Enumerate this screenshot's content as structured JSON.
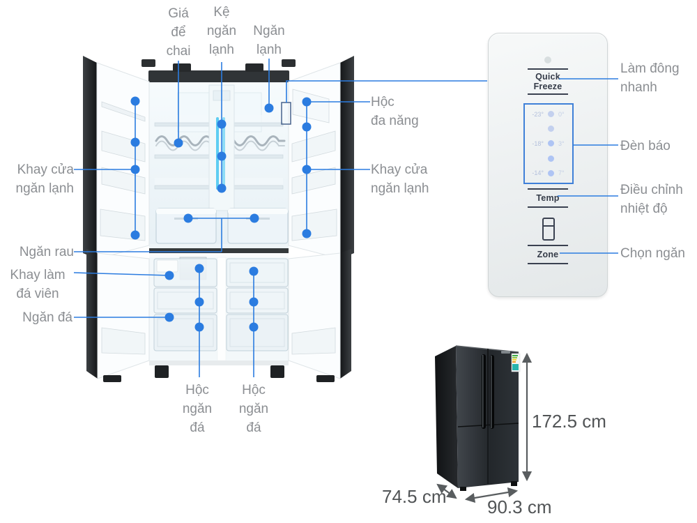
{
  "colors": {
    "accent": "#2b7ce0",
    "label_text": "#8b8e92",
    "dimension_text": "#515456"
  },
  "labels": {
    "gia_de_chai": [
      "Giá",
      "để",
      "chai"
    ],
    "ke_ngan_lanh": [
      "Kệ",
      "ngăn",
      "lạnh"
    ],
    "ngan_lanh": [
      "Ngăn",
      "lạnh"
    ],
    "hoc_da_nang": [
      "Hộc",
      "đa năng"
    ],
    "khay_cua_ngan_lanh_left": [
      "Khay cửa",
      "ngăn lạnh"
    ],
    "khay_cua_ngan_lanh_right": [
      "Khay cửa",
      "ngăn lạnh"
    ],
    "ngan_rau": "Ngăn rau",
    "khay_lam_da_vien": [
      "Khay làm",
      "đá viên"
    ],
    "ngan_da": "Ngăn đá",
    "hoc_ngan_da_left": [
      "Hộc",
      "ngăn",
      "đá"
    ],
    "hoc_ngan_da_right": [
      "Hộc",
      "ngăn",
      "đá"
    ]
  },
  "control_panel": {
    "quick_freeze_label": "Quick Freeze",
    "temp_label": "Temp",
    "zone_label": "Zone",
    "indicator_rows": [
      {
        "left": "-23°",
        "right": "0°"
      },
      {
        "left": "",
        "right": ""
      },
      {
        "left": "-18°",
        "right": "3°"
      },
      {
        "left": "",
        "right": ""
      },
      {
        "left": "-14°",
        "right": "7°"
      }
    ],
    "callouts": {
      "lam_dong_nhanh": [
        "Làm đông",
        "nhanh"
      ],
      "den_bao": "Đèn báo",
      "dieu_chinh_nhiet_do": [
        "Điều chỉnh",
        "nhiệt độ"
      ],
      "chon_ngan": "Chọn ngăn"
    }
  },
  "dimensions": {
    "height": "172.5 cm",
    "depth": "74.5 cm",
    "width": "90.3 cm"
  }
}
